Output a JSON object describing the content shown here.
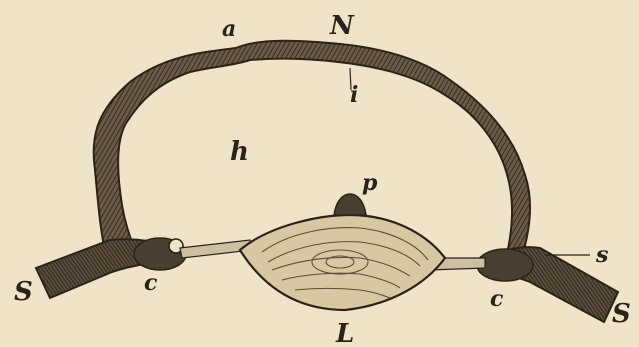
{
  "figure": {
    "labels": {
      "a": "a",
      "N": "N",
      "i": "i",
      "h": "h",
      "p": "p",
      "s": "s",
      "S_left": "S",
      "S_right": "S",
      "c_left": "c",
      "c_right": "c",
      "L": "L"
    },
    "colors": {
      "paper": "#efe3c8",
      "ink": "#2b2218",
      "wall_fill": "#5a4d3c"
    },
    "parts": [
      "arch-wall",
      "left-stalk",
      "right-stalk",
      "central-body",
      "apical-knob",
      "inner-cavity"
    ]
  }
}
